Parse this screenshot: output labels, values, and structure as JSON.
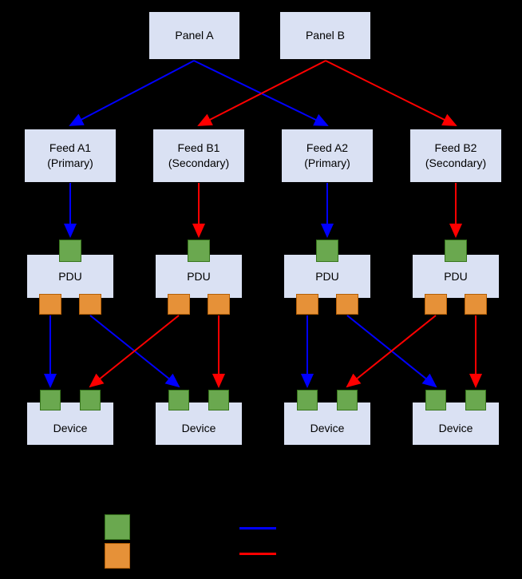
{
  "colors": {
    "bg": "#000000",
    "box-fill": "#dae1f3",
    "box-border": "#000000",
    "text": "#000000",
    "green": "#6aa84f",
    "green-border": "#38761d",
    "orange": "#e69138",
    "orange-border": "#b45f06",
    "blue": "#0000ff",
    "red": "#ff0000"
  },
  "diagram": {
    "panels": [
      {
        "label": "Panel A"
      },
      {
        "label": "Panel B"
      }
    ],
    "feeds": [
      {
        "name": "Feed A1",
        "role": "(Primary)"
      },
      {
        "name": "Feed B1",
        "role": "(Secondary)"
      },
      {
        "name": "Feed A2",
        "role": "(Primary)"
      },
      {
        "name": "Feed B2",
        "role": "(Secondary)"
      }
    ],
    "pdus": [
      {
        "label": "PDU"
      },
      {
        "label": "PDU"
      },
      {
        "label": "PDU"
      },
      {
        "label": "PDU"
      }
    ],
    "devices": [
      {
        "label": "Device"
      },
      {
        "label": "Device"
      },
      {
        "label": "Device"
      },
      {
        "label": "Device"
      }
    ]
  },
  "legend": {
    "swatches": [
      {
        "name": "green-port-swatch"
      },
      {
        "name": "orange-port-swatch"
      },
      {
        "name": "blue-primary-line-swatch"
      },
      {
        "name": "red-secondary-line-swatch"
      }
    ]
  }
}
